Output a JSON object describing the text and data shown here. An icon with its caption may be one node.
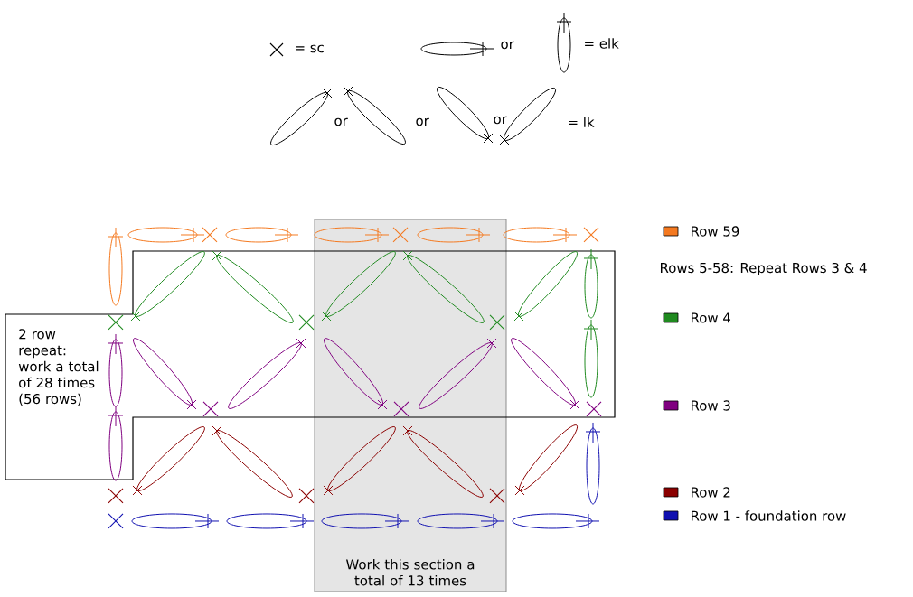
{
  "diagram": {
    "nodes": [
      {
        "text": [
          "2 row repeat: work a total of 28 times (56 rows)"
        ]
      },
      {
        "text": [
          "Work this section a total of 13 times"
        ]
      }
    ],
    "labels": [
      "= sc",
      "or",
      "= elk",
      "or",
      "or",
      "or",
      "= lk",
      "Rows 5-58: Repeat Rows 3 & 4"
    ],
    "legend": [
      {
        "text": "Row 59",
        "color": "#f47920"
      },
      {
        "text": "Row 4",
        "color": "#1f8a1f"
      },
      {
        "text": "Row 3",
        "color": "#800080"
      },
      {
        "text": "Row 2",
        "color": "#8b0000"
      },
      {
        "text": "Row 1 - foundation row",
        "color": "#1010b0"
      }
    ]
  }
}
